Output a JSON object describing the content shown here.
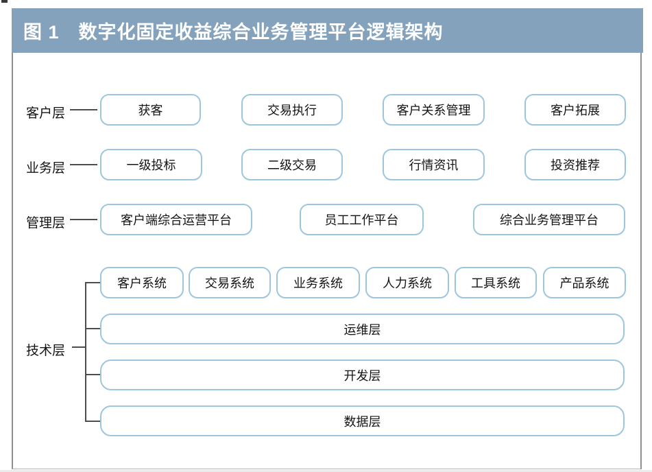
{
  "header": {
    "title": "图 1　数字化固定收益综合业务管理平台逻辑架构"
  },
  "colors": {
    "header_bg": "#84a2bb",
    "box_border": "#9cc6de",
    "connector": "#4d4d4d",
    "frame_border": "#8f8f8f"
  },
  "layers": [
    {
      "label": "客户层",
      "boxes": [
        "获客",
        "交易执行",
        "客户关系管理",
        "客户拓展"
      ]
    },
    {
      "label": "业务层",
      "boxes": [
        "一级投标",
        "二级交易",
        "行情资讯",
        "投资推荐"
      ]
    },
    {
      "label": "管理层",
      "boxes": [
        "客户端综合运营平台",
        "员工工作平台",
        "综合业务管理平台"
      ]
    },
    {
      "label": "技术层",
      "system_boxes": [
        "客户系统",
        "交易系统",
        "业务系统",
        "人力系统",
        "工具系统",
        "产品系统"
      ],
      "wide_bars": [
        "运维层",
        "开发层",
        "数据层"
      ]
    }
  ]
}
